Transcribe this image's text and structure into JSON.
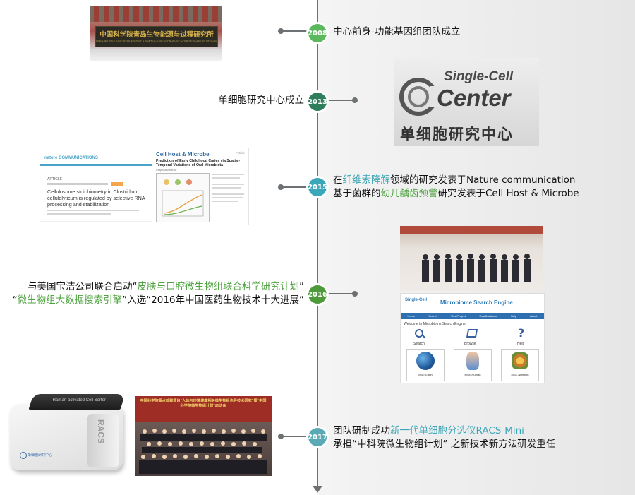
{
  "events": [
    {
      "year": "2008",
      "color": "#5cb85c",
      "text": "中心前身-功能基因组团队成立"
    },
    {
      "year": "2013",
      "color": "#2e7d5b",
      "text": "单细胞研究中心成立"
    },
    {
      "year": "2015",
      "color": "#3aa8b8",
      "line1_pre": "在",
      "line1_hl": "纤维素降解",
      "line1_post": "领域的研究发表于Nature communication",
      "line2_pre": "基于菌群的",
      "line2_hl": "幼儿龋齿预警",
      "line2_post": "研究发表于Cell Host & Microbe"
    },
    {
      "year": "2016",
      "color": "#4c9a3a",
      "line1_pre": "与美国宝洁公司联合启动“",
      "line1_hl": "皮肤与口腔微生物组联合科学研究计划",
      "line1_post": "”",
      "line2_pre": "“",
      "line2_hl": "微生物组大数据搜索引擎",
      "line2_post": "”入选“2016年中国医药生物技术十大进展”"
    },
    {
      "year": "2017",
      "color": "#5aa9b4",
      "line1_pre": "团队研制成功",
      "line1_hl": "新一代单细胞分选仪RACS-Mini",
      "line1_post": "",
      "line2": "承担“中科院微生物组计划” 之新技术新方法研发重任"
    }
  ],
  "images": {
    "institute_sign": "中国科学院青岛生物能源与过程研究所",
    "institute_sign_en": "QINGDAO INSTITUTE OF BIOENERGY & BIOPROCESS TECHNOLOGY, CHINESE ACADEMY OF SCIENCES",
    "scc_logo_line1": "Single-Cell",
    "scc_logo_line2": "Center",
    "scc_logo_cn": "单细胞研究中心",
    "nc_brand": "nature COMMUNICATIONS",
    "nc_article": "ARTICLE",
    "nc_title": "Cellulosome stoichiometry in Clostridium cellulolyticum is regulated by selective RNA processing and stabilization",
    "chm_journal": "Cell Host & Microbe",
    "chm_label": "Article",
    "chm_title": "Prediction of Early Childhood Caries via Spatial-Temporal Variations of Oral Microbiota",
    "chm_abstract": "Graphical Abstract",
    "mse_title": "Microbiome Search Engine",
    "mse_welcome": "Welcome to Microbiome Search Engine",
    "mse_search": "Search",
    "mse_browse": "Browse",
    "mse_help": "Help",
    "mse_earth": "MSE-Earth",
    "mse_human": "MSE-Human",
    "mse_nutrition": "MSE-Nutrition",
    "mse_nav": [
      "Home",
      "Search",
      "ViewProject",
      "ViewDatabase",
      "Help",
      "About"
    ],
    "racs_label": "Raman-activated Cell Sorter",
    "racs_brand": "RACS",
    "meeting_banner": "中国科学院重点部署项目“人体与环境健康相关微生物组先导技术研究”暨“中国科学院微生物组计划”启动会"
  }
}
